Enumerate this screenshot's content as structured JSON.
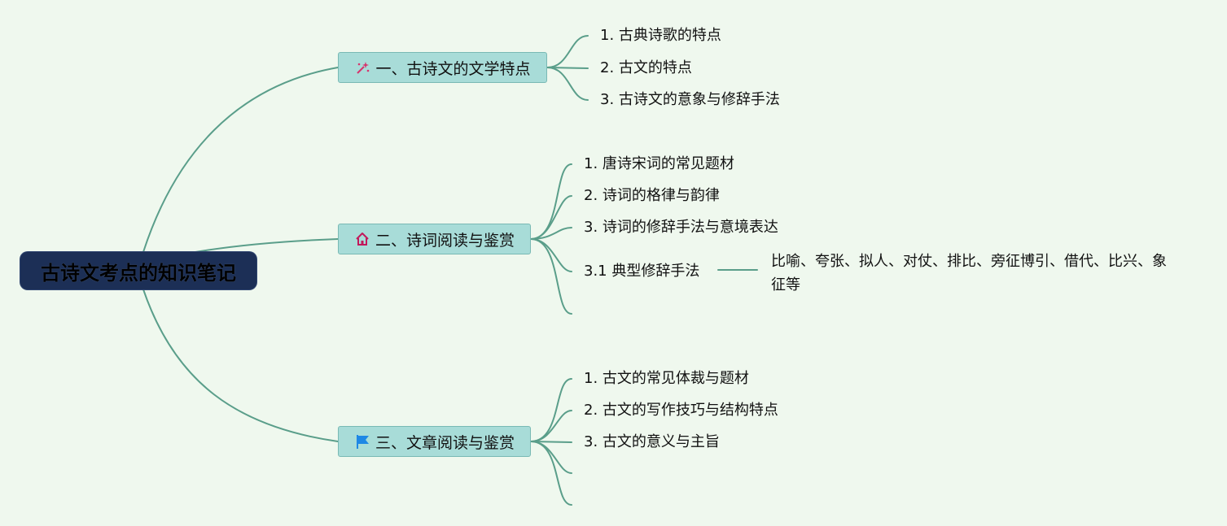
{
  "root": {
    "title": "古诗文考点的知识笔记"
  },
  "branches": [
    {
      "label": "一、古诗文的文学特点",
      "icon": "magic-wand-icon",
      "children": [
        "1. 古典诗歌的特点",
        "2. 古文的特点",
        "3. 古诗文的意象与修辞手法"
      ]
    },
    {
      "label": "二、诗词阅读与鉴赏",
      "icon": "home-icon",
      "children": [
        "1. 唐诗宋词的常见题材",
        "2. 诗词的格律与韵律",
        "3. 诗词的修辞手法与意境表达",
        "3.1 典型修辞手法"
      ],
      "note": "比喻、夸张、拟人、对仗、排比、旁征博引、借代、比兴、象征等"
    },
    {
      "label": "三、文章阅读与鉴赏",
      "icon": "flag-icon",
      "children": [
        "1. 古文的常见体裁与题材",
        "2. 古文的写作技巧与结构特点",
        "3. 古文的意义与主旨"
      ]
    }
  ],
  "colors": {
    "background": "#eff8ee",
    "root_fill": "#1c2f56",
    "branch_fill": "#a8dcd8",
    "line": "#5a9e8a",
    "wand_icon": "#d6336c",
    "home_icon": "#c2185b",
    "flag_icon": "#1e88e5"
  }
}
